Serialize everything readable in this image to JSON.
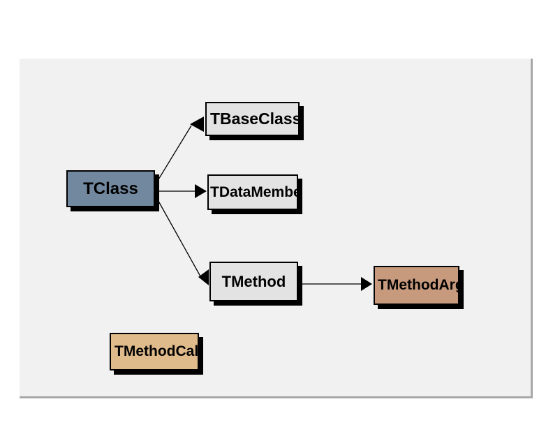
{
  "canvas": {
    "background_color": "#ffffff",
    "panel_color": "#f1f1f1",
    "panel_shadow_color": "#a8a8a8",
    "line_color": "#000000"
  },
  "diagram": {
    "nodes": [
      {
        "id": "tclass",
        "label": "TClass",
        "color": "#72889e"
      },
      {
        "id": "tbaseclass",
        "label": "TBaseClass",
        "color": "#e3e3e3"
      },
      {
        "id": "tdatamember",
        "label": "TDataMember",
        "color": "#e3e3e3"
      },
      {
        "id": "tmethod",
        "label": "TMethod",
        "color": "#e3e3e3"
      },
      {
        "id": "tmethodarg",
        "label": "TMethodArg",
        "color": "#c79a7d"
      },
      {
        "id": "tmethodcall",
        "label": "TMethodCall",
        "color": "#dfba8b"
      }
    ],
    "edges": [
      {
        "from": "TClass",
        "to": "TBaseClass",
        "arrow_at": "TBaseClass",
        "arrow_points": "left"
      },
      {
        "from": "TClass",
        "to": "TDataMember",
        "arrow_at": "TDataMember",
        "arrow_points": "right"
      },
      {
        "from": "TClass",
        "to": "TMethod",
        "arrow_at": "TMethod",
        "arrow_points": "left"
      },
      {
        "from": "TMethod",
        "to": "TMethodArg",
        "arrow_at": "TMethodArg",
        "arrow_points": "right"
      }
    ]
  }
}
